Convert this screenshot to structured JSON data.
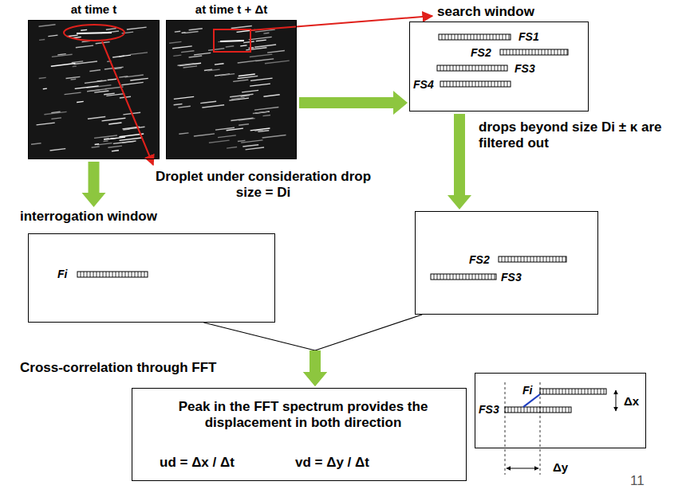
{
  "diagram": {
    "nodes": [
      {
        "text": [
          "at time t"
        ]
      },
      {
        "text": [
          "at time t + Δt"
        ]
      },
      {
        "text": [
          "search window",
          "FS1",
          "FS2",
          "FS3",
          "FS4"
        ]
      },
      {
        "text": [
          "interrogation window",
          "Fi"
        ]
      },
      {
        "text": [
          "FS2",
          "FS3"
        ]
      },
      {
        "text": [
          "Peak in the FFT spectrum provides the displacement in both direction",
          "ud = Δx / Δt",
          "vd = Δy / Δt"
        ]
      },
      {
        "text": [
          "Fi",
          "FS3",
          "Δx",
          "Δy"
        ]
      }
    ],
    "edges": [
      {
        "from": 0,
        "to": 3,
        "arrow": "to"
      },
      {
        "from": 1,
        "to": 2,
        "arrow": "to"
      },
      {
        "from": 2,
        "to": 4,
        "arrow": "to",
        "label": "drops beyond size Di ± κ are filtered out"
      },
      {
        "from": 3,
        "to": 5,
        "arrow": "to",
        "label": "Cross-correlation through FFT"
      },
      {
        "from": 4,
        "to": 5,
        "arrow": "to"
      }
    ],
    "labels": [
      "Droplet under consideration drop size = Di",
      "11"
    ]
  }
}
